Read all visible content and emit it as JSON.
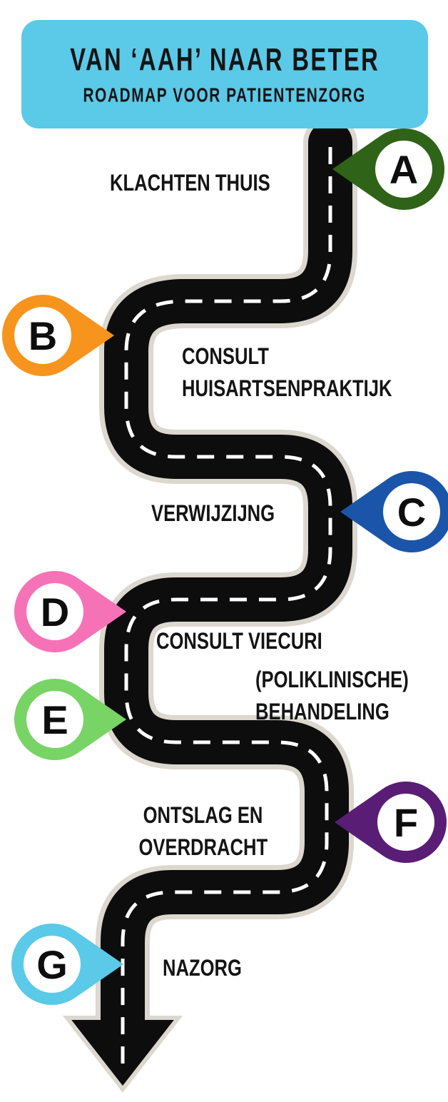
{
  "header": {
    "title": "VAN ‘AAH’ NAAR BETER",
    "subtitle": "ROADMAP VOOR PATIENTENZORG",
    "bg_color": "#5bc9e8"
  },
  "road": {
    "asphalt_color": "#0d0d0d",
    "outline_color": "#dcd7cf",
    "dash_color": "#ffffff"
  },
  "steps": [
    {
      "id": "A",
      "color": "#2f6318",
      "lines": [
        "KLACHTEN THUIS"
      ]
    },
    {
      "id": "B",
      "color": "#f7941e",
      "lines": [
        "CONSULT",
        "HUISARTSENPRAKTIJK"
      ]
    },
    {
      "id": "C",
      "color": "#1b55a9",
      "lines": [
        "VERWIJZIJNG"
      ]
    },
    {
      "id": "D",
      "color": "#f672b6",
      "lines": [
        "CONSULT VIECURI"
      ]
    },
    {
      "id": "E",
      "color": "#78d465",
      "lines": [
        "(POLIKLINISCHE)",
        "BEHANDELING"
      ]
    },
    {
      "id": "F",
      "color": "#5a1d76",
      "lines": [
        "ONTSLAG EN",
        "OVERDRACHT"
      ]
    },
    {
      "id": "G",
      "color": "#5bc9e8",
      "lines": [
        "NAZORG"
      ]
    }
  ]
}
